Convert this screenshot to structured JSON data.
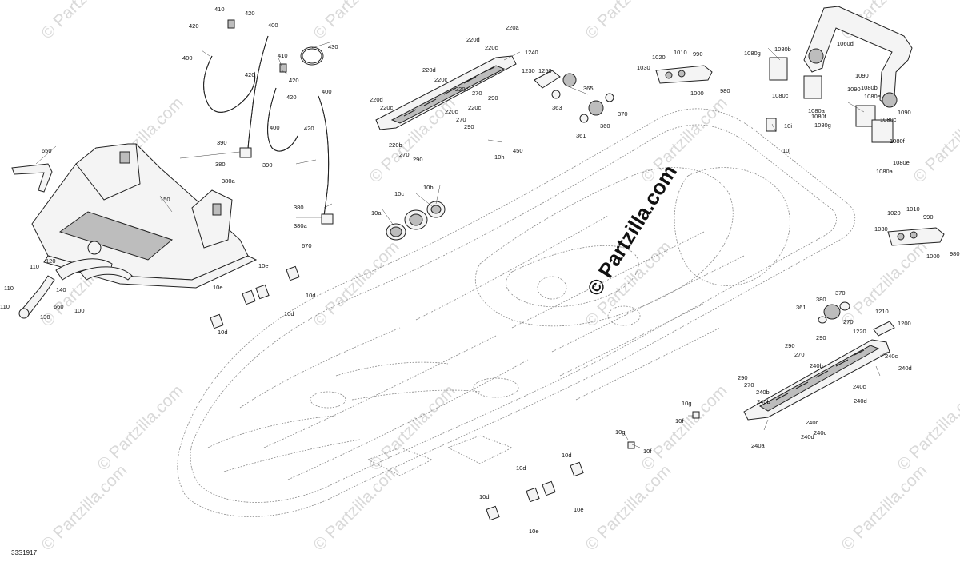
{
  "diagram": {
    "code": "33S1917",
    "callout_labels": [
      "410",
      "420",
      "400",
      "420",
      "430",
      "410",
      "420",
      "420",
      "420",
      "400",
      "400",
      "400",
      "380",
      "390",
      "380a",
      "420",
      "390",
      "380",
      "380a",
      "670",
      "650",
      "150",
      "120",
      "110",
      "110",
      "130",
      "140",
      "660",
      "100",
      "110",
      "10e",
      "10e",
      "10d",
      "10d",
      "10d",
      "220d",
      "220c",
      "220a",
      "220d",
      "220c",
      "220c",
      "220b",
      "270",
      "290",
      "220d",
      "220c",
      "220c",
      "270",
      "290",
      "220b",
      "270",
      "290",
      "1240",
      "1250",
      "1230",
      "365",
      "363",
      "370",
      "361",
      "360",
      "450",
      "10h",
      "10a",
      "10c",
      "10b",
      "1020",
      "1010",
      "990",
      "1030",
      "980",
      "1000",
      "1080g",
      "1080b",
      "1060d",
      "1090",
      "1090",
      "1080c",
      "1080a",
      "1080f",
      "1080b",
      "1080e",
      "1080g",
      "1080c",
      "1090",
      "1080f",
      "1080e",
      "1080a",
      "10i",
      "10j",
      "1020",
      "1010",
      "990",
      "1030",
      "980",
      "1000",
      "370",
      "380",
      "361",
      "270",
      "290",
      "1210",
      "1220",
      "1200",
      "290",
      "270",
      "240b",
      "240c",
      "240d",
      "290",
      "270",
      "240b",
      "240b",
      "240c",
      "240d",
      "240c",
      "240c",
      "240d",
      "240a",
      "10g",
      "10f",
      "10g",
      "10f",
      "10d",
      "10d",
      "10d",
      "10e",
      "10e"
    ],
    "watermark": "© Partzilla.com",
    "center_watermark": "© Partzilla.com",
    "icons": [
      "hull-outline",
      "seat-assembly",
      "hose",
      "fitting",
      "clamp-ring",
      "grab-handle",
      "foot-rest-grip",
      "vent-nozzle",
      "bracket",
      "clip"
    ]
  }
}
